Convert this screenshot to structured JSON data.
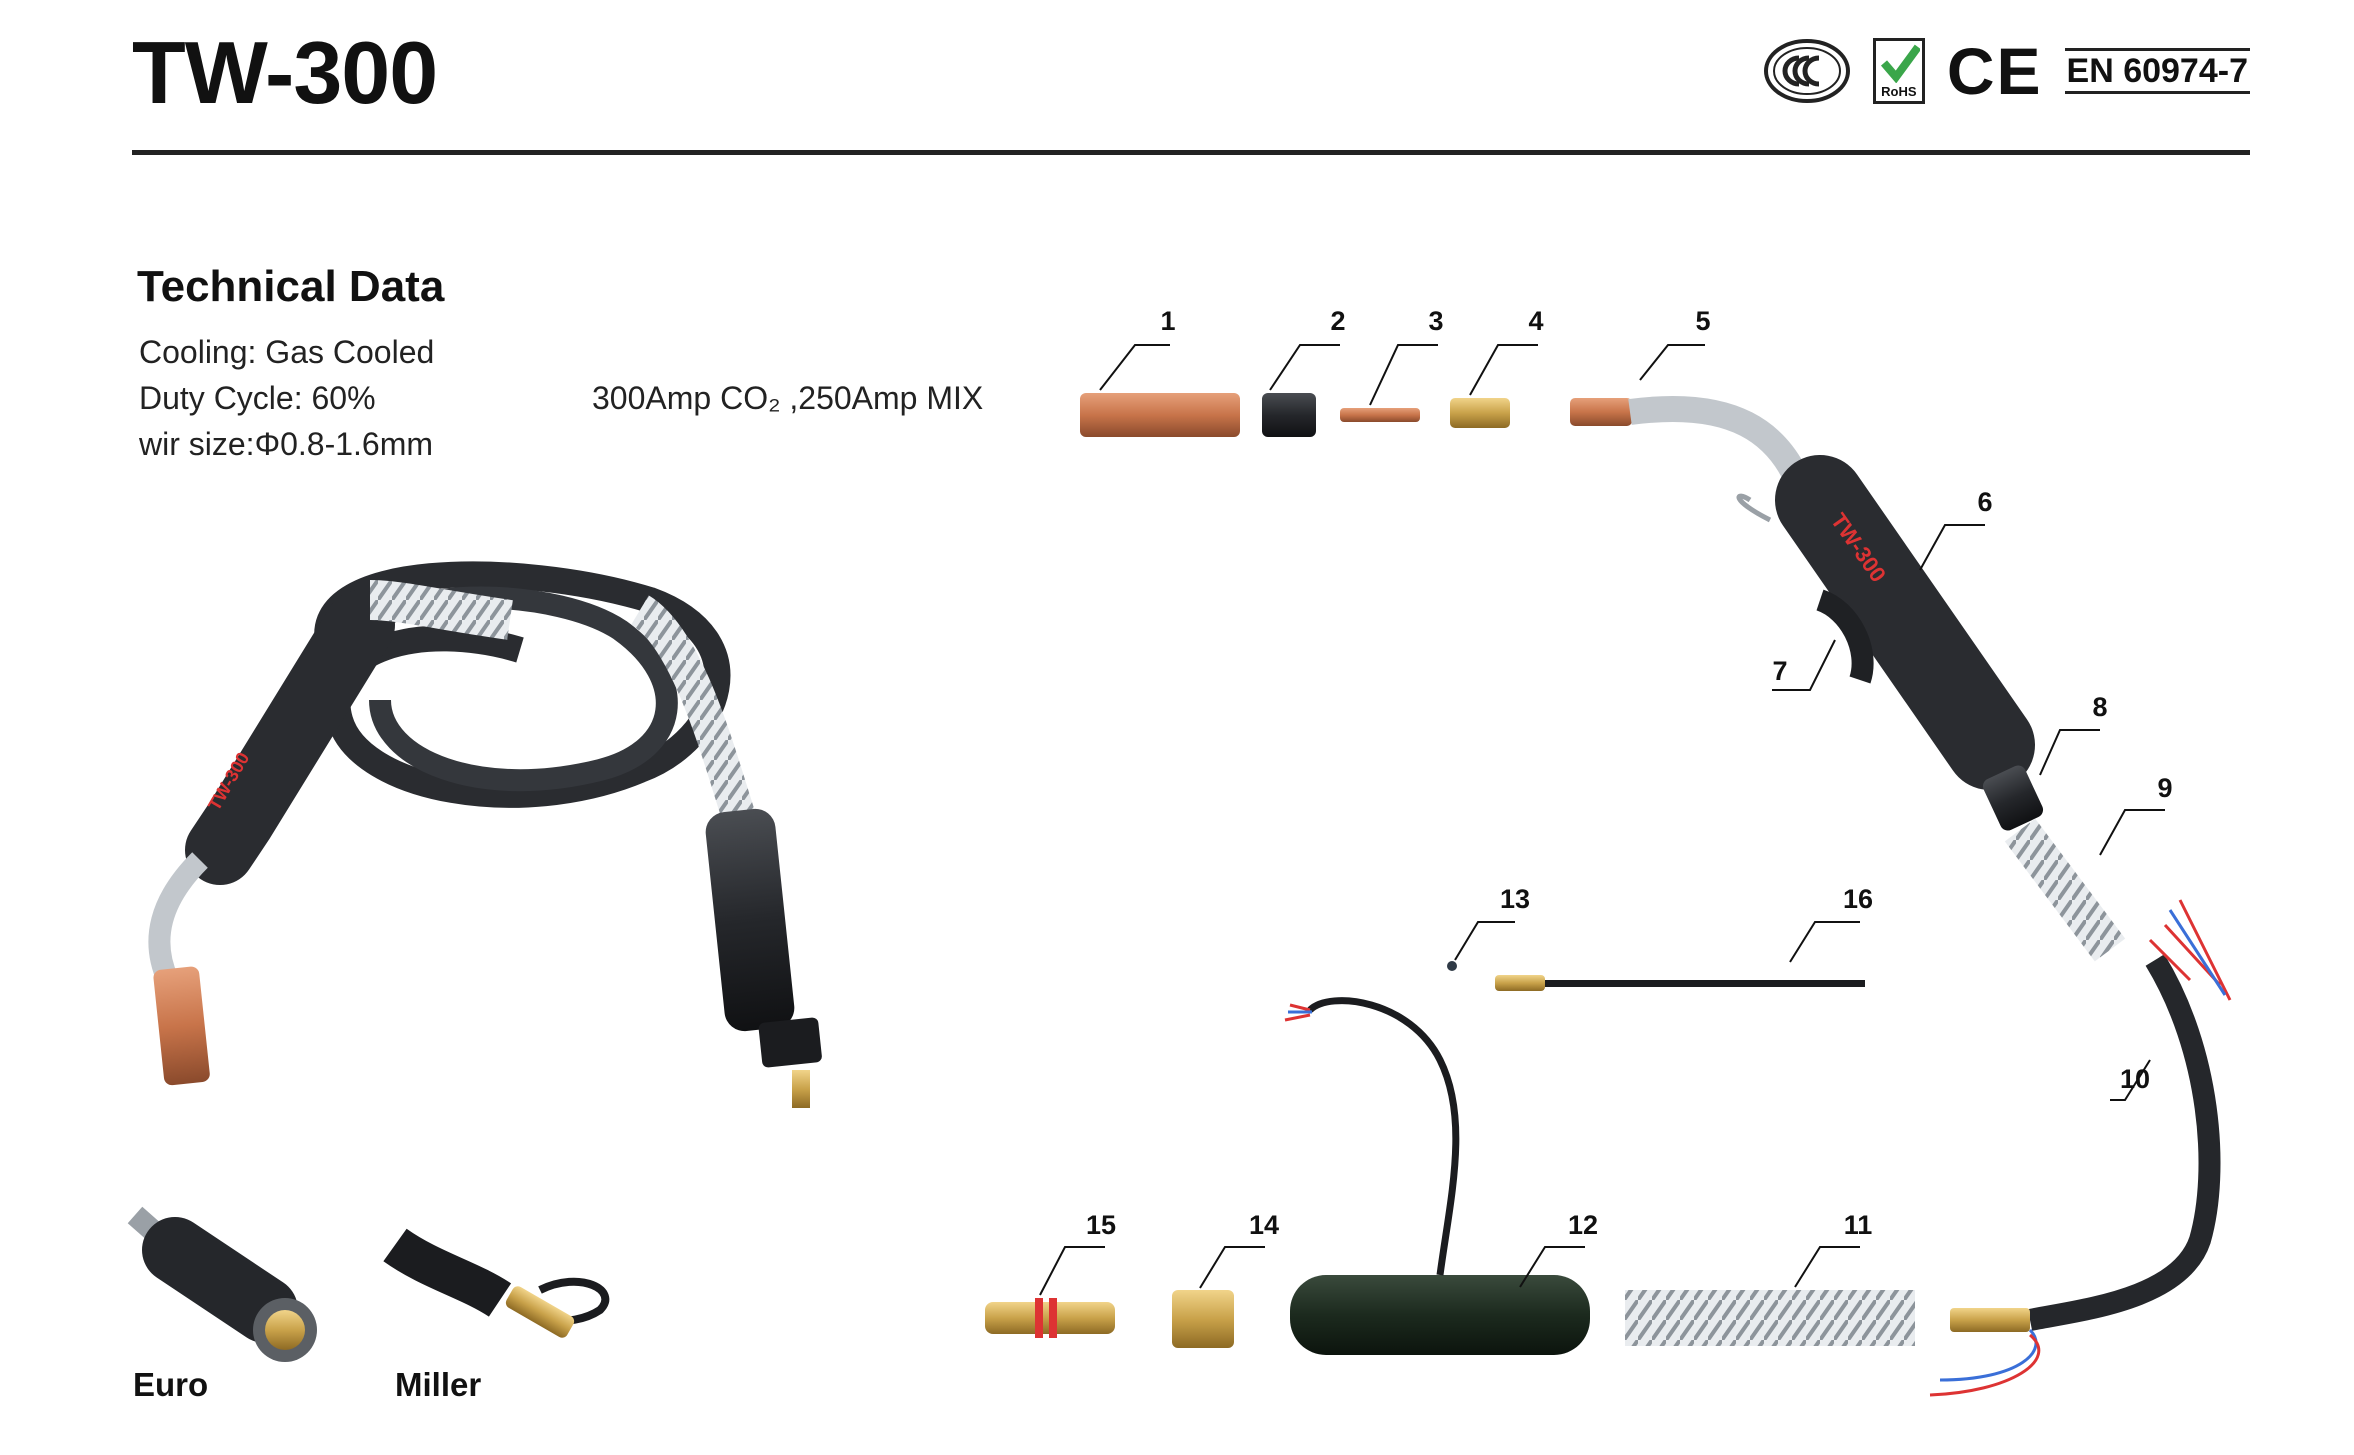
{
  "header": {
    "model": "TW-300",
    "certifications": [
      "ccc-icon",
      "rohs-icon",
      "ce-icon"
    ],
    "rohs_text": "RoHS",
    "ce_text": "CE",
    "standard": "EN 60974-7"
  },
  "tech": {
    "heading": "Technical Data",
    "cooling": "Cooling: Gas Cooled",
    "duty": "Duty Cycle: 60%",
    "amps": "300Amp CO₂ ,250Amp MIX",
    "wire": "wir size:Φ0.8-1.6mm"
  },
  "torch_label": "TW-300",
  "connectors": {
    "euro": "Euro",
    "miller": "Miller"
  },
  "parts": [
    "1",
    "2",
    "3",
    "4",
    "5",
    "6",
    "7",
    "8",
    "9",
    "10",
    "11",
    "12",
    "13",
    "14",
    "15",
    "16"
  ],
  "colors": {
    "copper": "#c8744a",
    "brass": "#c9a24a",
    "black_rubber": "#2a2c30",
    "chrome": "#b9bec3",
    "rohs_green": "#3aa64a"
  }
}
